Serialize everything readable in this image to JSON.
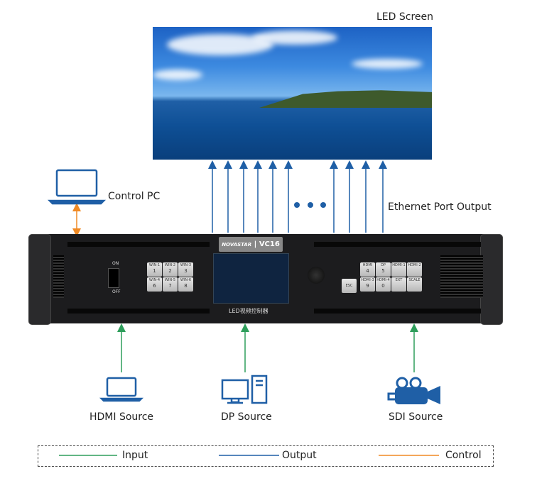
{
  "labels": {
    "led_screen": "LED Screen",
    "control_pc": "Control PC",
    "ethernet_output": "Ethernet Port Output",
    "hdmi_source": "HDMI Source",
    "dp_source": "DP Source",
    "sdi_source": "SDI Source"
  },
  "device": {
    "brand": "NOVASTAR",
    "model": "VC16",
    "caption": "LED视频控制器",
    "power_on": "ON",
    "power_off": "OFF",
    "window_keys": [
      {
        "t": "WIN-1",
        "n": "1"
      },
      {
        "t": "WIN-2",
        "n": "2"
      },
      {
        "t": "WIN-3",
        "n": "3"
      },
      {
        "t": "WIN-4",
        "n": "6"
      },
      {
        "t": "WIN-5",
        "n": "7"
      },
      {
        "t": "WIN-6",
        "n": "8"
      }
    ],
    "source_keys": [
      {
        "t": "HDMI",
        "n": "4"
      },
      {
        "t": "DP",
        "n": "5"
      },
      {
        "t": "HDMI-1",
        "n": ""
      },
      {
        "t": "HDMI-2",
        "n": ""
      },
      {
        "t": "HDMI-3",
        "n": "9"
      },
      {
        "t": "HDMI-4",
        "n": "0"
      },
      {
        "t": "EXT",
        "n": ""
      },
      {
        "t": "SCALE",
        "n": ""
      }
    ],
    "esc": "ESC"
  },
  "legend": {
    "input": "Input",
    "output": "Output",
    "control": "Control"
  },
  "colors": {
    "input": "#2e9e5b",
    "output": "#1f5fa6",
    "control": "#f08a24"
  }
}
